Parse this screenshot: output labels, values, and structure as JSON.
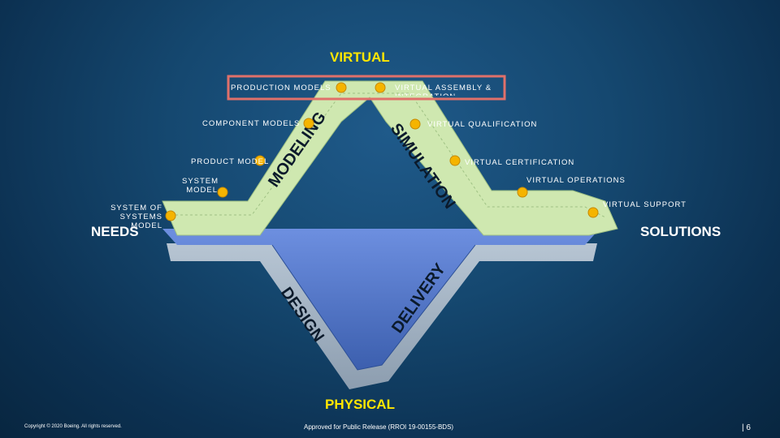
{
  "title_top": "VIRTUAL",
  "title_bottom": "PHYSICAL",
  "left_heading": "NEEDS",
  "right_heading": "SOLUTIONS",
  "labels": {
    "production_models": "PRODUCTION MODELS",
    "virtual_assembly": "VIRTUAL ASSEMBLY & INTEGRATION",
    "component_models": "COMPONENT MODELS",
    "virtual_qualification": "VIRTUAL QUALIFICATION",
    "product_model": "PRODUCT MODEL",
    "virtual_certification": "VIRTUAL CERTIFICATION",
    "system_model_line1": "SYSTEM",
    "system_model_line2": "MODEL",
    "virtual_operations": "VIRTUAL OPERATIONS",
    "sos_line1": "SYSTEM OF SYSTEMS",
    "sos_line2": "MODEL",
    "virtual_support": "VIRTUAL SUPPORT"
  },
  "arm_words": {
    "modeling": "MODELING",
    "simulation": "SIMULATION",
    "design": "DESIGN",
    "delivery": "DELIVERY"
  },
  "footer": {
    "copyright": "Copyright © 2020 Boeing. All rights reserved.",
    "approval": "Approved for Public Release (RROI 19-00155-BDS)",
    "page": "| 6"
  },
  "colors": {
    "green_band": "#cfe8b0",
    "blue_band": "#4f78c8",
    "node": "#f5b400",
    "highlight_box": "#e0706a",
    "title_yellow": "#ffe600"
  }
}
